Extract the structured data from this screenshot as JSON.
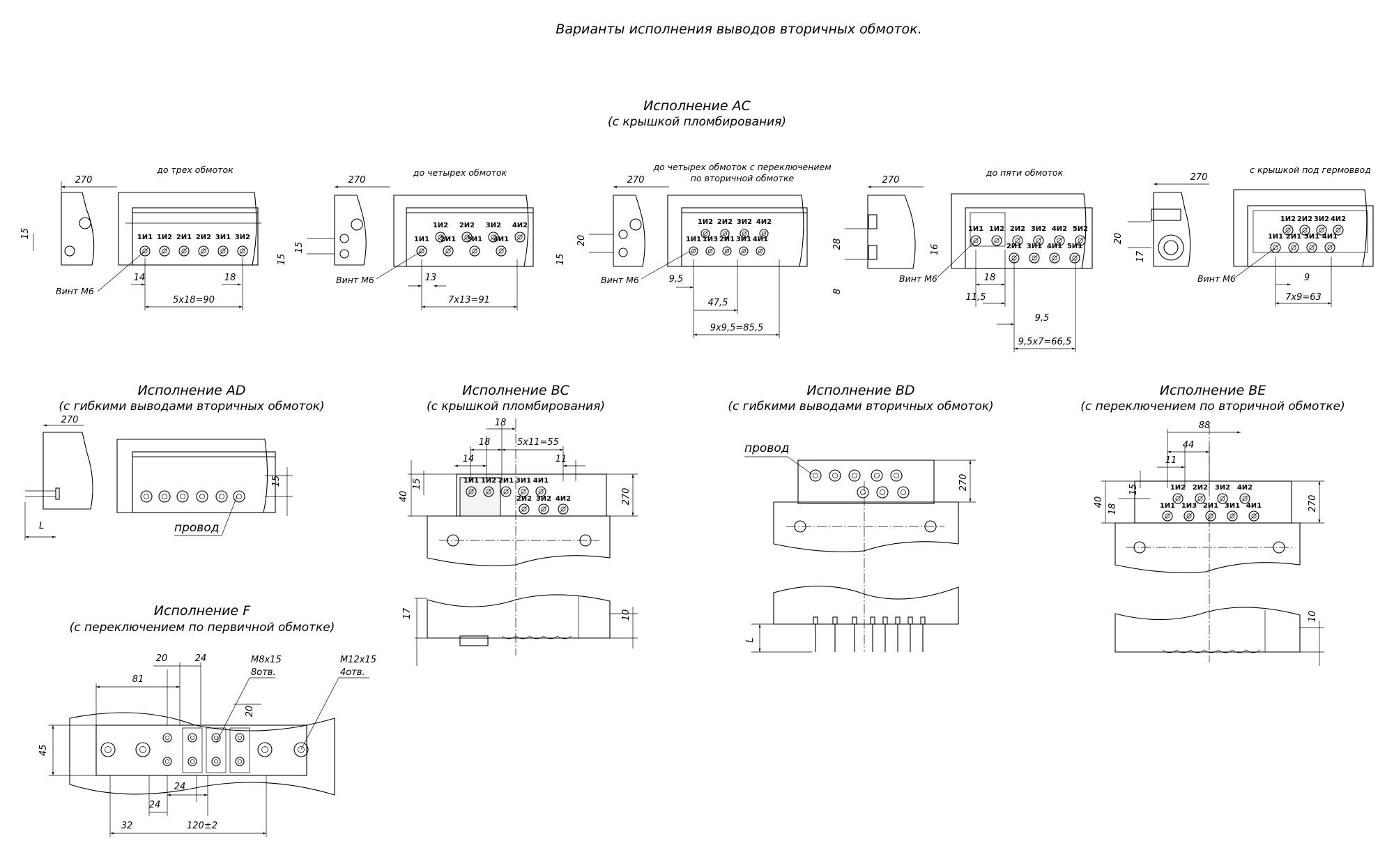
{
  "main_title": "Варианты исполнения выводов вторичных обмоток.",
  "ac": {
    "title": "Исполнение AC",
    "subtitle": "(с крышкой пломбирования)",
    "v1": {
      "caption": "до трех обмоток",
      "d270": "270",
      "d15": "15",
      "d14": "14",
      "d18": "18",
      "span": "5x18=90",
      "screw": "Винт М6",
      "terms": [
        "1И1",
        "1И2",
        "2И1",
        "2И2",
        "3И1",
        "3И2"
      ]
    },
    "v2": {
      "caption": "до четырех обмоток",
      "d270": "270",
      "d15a": "15",
      "d15b": "15",
      "d13": "13",
      "span": "7x13=91",
      "screw": "Винт М6",
      "top_terms": [
        "1И2",
        "2И2",
        "3И2",
        "4И2"
      ],
      "bot_terms": [
        "1И1",
        "2И1",
        "3И1",
        "4И1"
      ]
    },
    "v3": {
      "caption1": "до четырех обмоток с переключением",
      "caption2": "по вторичной обмотке",
      "d270": "270",
      "d20": "20",
      "d15": "15",
      "d9_5": "9,5",
      "d47_5": "47,5",
      "span": "9x9,5=85,5",
      "screw": "Винт М6",
      "top_terms": [
        "1И2",
        "2И2",
        "3И2",
        "4И2"
      ],
      "bot_terms": [
        "1И1",
        "1И3",
        "2И1",
        "3И1",
        "4И1"
      ]
    },
    "v4": {
      "caption": "до пяти обмоток",
      "d270": "270",
      "d28": "28",
      "d8": "8",
      "d16": "16",
      "d18": "18",
      "d11_5": "11,5",
      "d9_5": "9,5",
      "span": "9,5x7=66,5",
      "screw": "Винт М6",
      "top_terms": [
        "1И1",
        "1И2",
        "2И2",
        "3И2",
        "4И2",
        "5И2"
      ],
      "bot_terms": [
        "2И1",
        "3И1",
        "4И1",
        "5И1"
      ]
    },
    "v5": {
      "caption": "с крышкой под гермоввод",
      "d270": "270",
      "d20": "20",
      "d17": "17",
      "d9": "9",
      "span": "7x9=63",
      "screw": "Винт М6",
      "top_terms": [
        "1И2",
        "2И2",
        "3И2",
        "4И2"
      ],
      "bot_terms": [
        "1И1",
        "2И1",
        "3И1",
        "4И1"
      ]
    }
  },
  "ad": {
    "title": "Исполнение AD",
    "subtitle": "(с гибкими выводами вторичных обмоток)",
    "d270": "270",
    "d15": "15",
    "dL": "L",
    "wire": "провод"
  },
  "bc": {
    "title": "Исполнение BC",
    "subtitle": "(с крышкой пломбирования)",
    "d18a": "18",
    "d18b": "18",
    "d14": "14",
    "span": "5x11=55",
    "d11": "11",
    "d15": "15",
    "d40": "40",
    "d270": "270",
    "d17": "17",
    "d10": "10",
    "top_terms": [
      "1И1",
      "1И2",
      "2И1",
      "3И1",
      "4И1"
    ],
    "bot_terms": [
      "2И2",
      "3И2",
      "4И2"
    ]
  },
  "bd": {
    "title": "Исполнение BD",
    "subtitle": "(с гибкими выводами вторичных обмоток)",
    "wire": "провод",
    "d270": "270",
    "dL": "L"
  },
  "be": {
    "title": "Исполнение BE",
    "subtitle": "(с переключением по вторичной обмотке)",
    "d88": "88",
    "d44": "44",
    "d11": "11",
    "d15": "15",
    "d40": "40",
    "d18": "18",
    "d270": "270",
    "d10": "10",
    "top_terms": [
      "1И2",
      "2И2",
      "3И2",
      "4И2"
    ],
    "bot_terms": [
      "1И1",
      "1И3",
      "2И1",
      "3И1",
      "4И1"
    ]
  },
  "f": {
    "title": "Исполнение F",
    "subtitle": "(с переключением по первичной обмотке)",
    "d20a": "20",
    "d20b": "20",
    "d81": "81",
    "d24a": "24",
    "d24b": "24",
    "d24c": "24",
    "d32": "32",
    "span": "120±2",
    "d45": "45",
    "m8": "М8х15",
    "m8n": "8отв.",
    "m12": "М12х15",
    "m12n": "4отв."
  }
}
